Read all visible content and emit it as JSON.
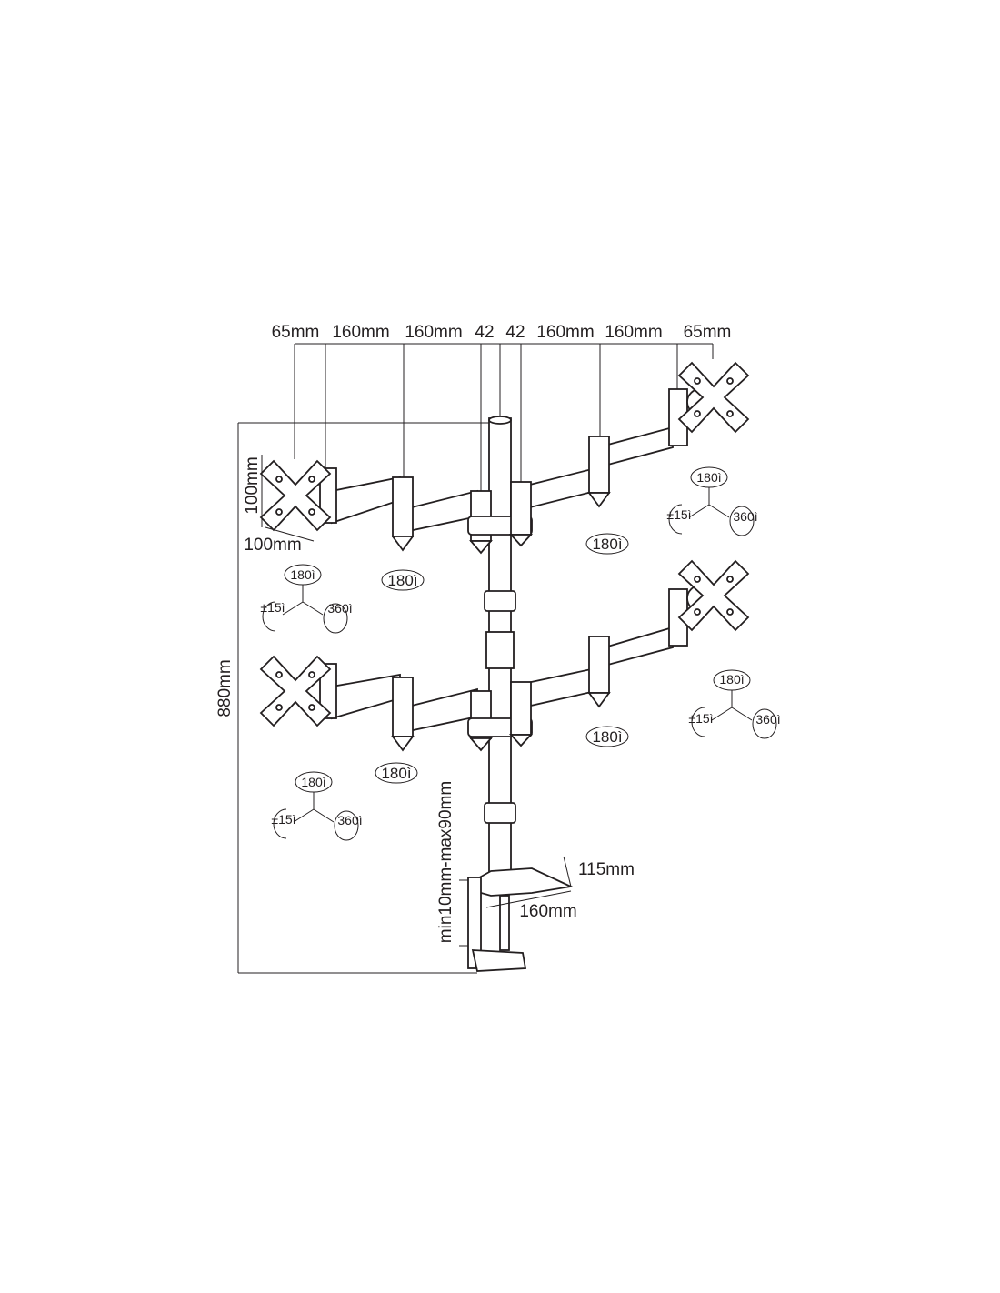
{
  "dimensions": {
    "top": [
      "65mm",
      "160mm",
      "160mm",
      "42",
      "42",
      "160mm",
      "160mm",
      "65mm"
    ],
    "vesa_height": "100mm",
    "vesa_width": "100mm",
    "total_height": "880mm",
    "clamp_range": "min10mm-max90mm",
    "base_depth": "115mm",
    "base_width": "160mm"
  },
  "rotations": {
    "tilt": "180ì",
    "swivel": "±15ì",
    "spin": "360ì",
    "arm": "180ì"
  },
  "colors": {
    "line": "#231f20",
    "background": "#ffffff"
  }
}
